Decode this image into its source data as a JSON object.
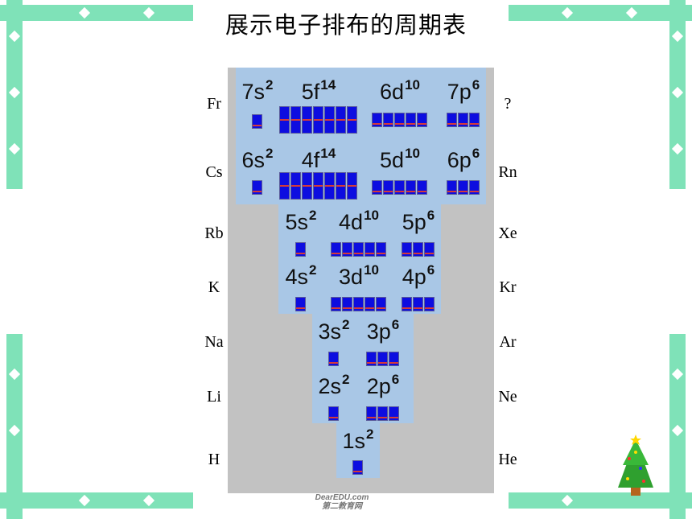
{
  "title": "展示电子排布的周期表",
  "left_elements": [
    "Fr",
    "Cs",
    "Rb",
    "K",
    "Na",
    "Li",
    "H"
  ],
  "right_elements": [
    "?",
    "Rn",
    "Xe",
    "Kr",
    "Ar",
    "Ne",
    "He"
  ],
  "subshells": [
    {
      "id": "7s",
      "label": "7s",
      "sup": "2",
      "boxes": 1
    },
    {
      "id": "5f",
      "label": "5f",
      "sup": "14",
      "boxes": 7
    },
    {
      "id": "6d",
      "label": "6d",
      "sup": "10",
      "boxes": 5
    },
    {
      "id": "7p",
      "label": "7p",
      "sup": "6",
      "boxes": 3
    },
    {
      "id": "6s",
      "label": "6s",
      "sup": "2",
      "boxes": 1
    },
    {
      "id": "4f",
      "label": "4f",
      "sup": "14",
      "boxes": 7
    },
    {
      "id": "5d",
      "label": "5d",
      "sup": "10",
      "boxes": 5
    },
    {
      "id": "6p",
      "label": "6p",
      "sup": "6",
      "boxes": 3
    },
    {
      "id": "5s",
      "label": "5s",
      "sup": "2",
      "boxes": 1
    },
    {
      "id": "4d",
      "label": "4d",
      "sup": "10",
      "boxes": 5
    },
    {
      "id": "5p",
      "label": "5p",
      "sup": "6",
      "boxes": 3
    },
    {
      "id": "4s",
      "label": "4s",
      "sup": "2",
      "boxes": 1
    },
    {
      "id": "3d",
      "label": "3d",
      "sup": "10",
      "boxes": 5
    },
    {
      "id": "4p",
      "label": "4p",
      "sup": "6",
      "boxes": 3
    },
    {
      "id": "3s",
      "label": "3s",
      "sup": "2",
      "boxes": 1
    },
    {
      "id": "3p",
      "label": "3p",
      "sup": "6",
      "boxes": 3
    },
    {
      "id": "2s",
      "label": "2s",
      "sup": "2",
      "boxes": 1
    },
    {
      "id": "2p",
      "label": "2p",
      "sup": "6",
      "boxes": 3
    },
    {
      "id": "1s",
      "label": "1s",
      "sup": "2",
      "boxes": 1
    }
  ],
  "watermark": {
    "line1": "DearEDU.com",
    "line2": "第二教育网"
  },
  "colors": {
    "border": "#7fe2b8",
    "panel": "#c2c2c2",
    "block": "#a9c7e6",
    "orbital": "#0d0de0"
  }
}
